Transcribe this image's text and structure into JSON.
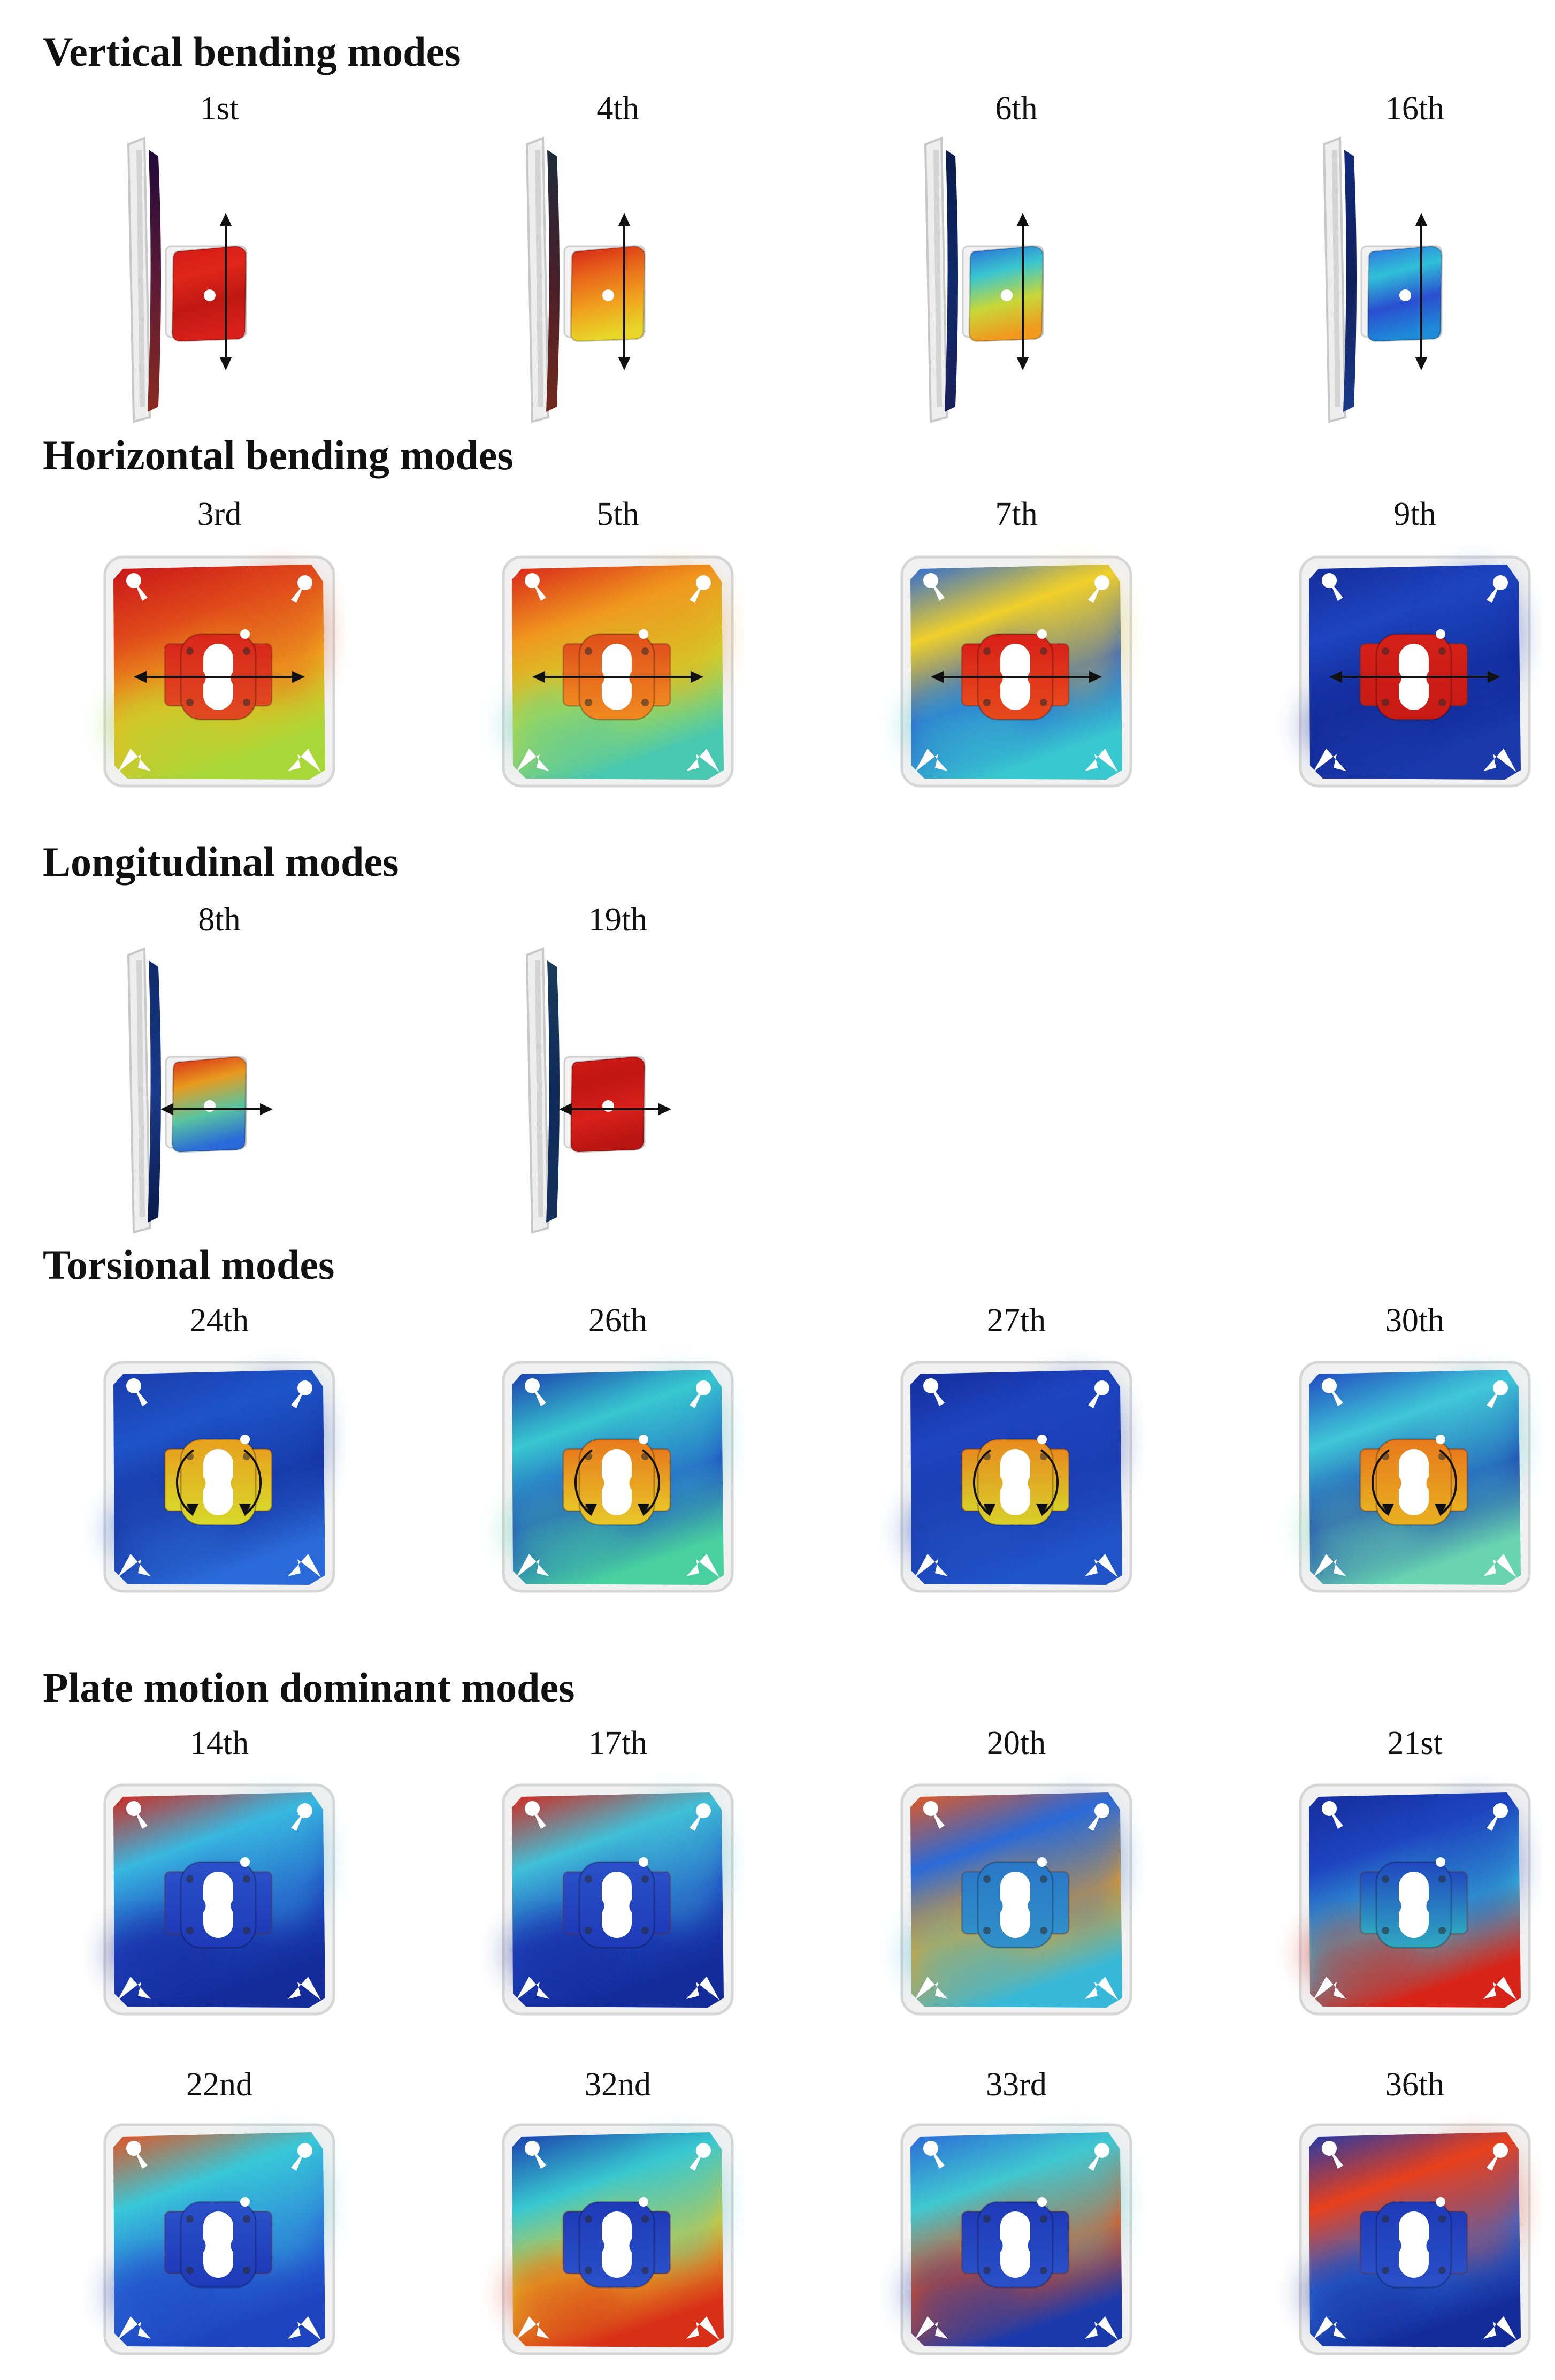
{
  "sections": [
    {
      "title": "Vertical bending modes",
      "kind": "side",
      "arrow": "vertical",
      "modes": [
        {
          "label": "1st",
          "plate": [
            "#1f0a3a",
            "#5b1a35",
            "#8a2a20"
          ],
          "block": [
            "#d21a16",
            "#e0261a",
            "#c01812",
            "#d8201a"
          ]
        },
        {
          "label": "4th",
          "plate": [
            "#1c2b3a",
            "#4a1f2a",
            "#702a1c"
          ],
          "block": [
            "#d42216",
            "#e8641a",
            "#f0a01e",
            "#e8d628"
          ]
        },
        {
          "label": "6th",
          "plate": [
            "#0a1a4a",
            "#0e2a6a",
            "#1a1f5a"
          ],
          "block": [
            "#2a6ad8",
            "#3ac6d0",
            "#c8d838",
            "#f09a1e"
          ]
        },
        {
          "label": "16th",
          "plate": [
            "#102a7a",
            "#0e1e5a",
            "#1a3a8a"
          ],
          "block": [
            "#2f6fe0",
            "#30c0d8",
            "#2a4ed0",
            "#1e8ad8"
          ]
        }
      ]
    },
    {
      "title": "Horizontal bending modes",
      "kind": "front",
      "arrow": "horizontal",
      "modes": [
        {
          "label": "3rd",
          "plate": [
            "#c8141a",
            "#e04a1a",
            "#f2b81e",
            "#a8d838"
          ],
          "block": [
            "#d8261a",
            "#e04a20"
          ]
        },
        {
          "label": "5th",
          "plate": [
            "#d8221a",
            "#f0981e",
            "#c8dc30",
            "#48c8b0"
          ],
          "block": [
            "#e0501c",
            "#f08a20"
          ]
        },
        {
          "label": "7th",
          "plate": [
            "#2a68d8",
            "#f0d02a",
            "#2a5ad0",
            "#38c8d0"
          ],
          "block": [
            "#d82018",
            "#e84a1c"
          ]
        },
        {
          "label": "9th",
          "plate": [
            "#142c9a",
            "#1e44c0",
            "#0f2490",
            "#1a3aac"
          ],
          "block": [
            "#d42018",
            "#c81a14"
          ]
        }
      ]
    },
    {
      "title": "Longitudinal modes",
      "kind": "side",
      "arrow": "horizontal",
      "modes": [
        {
          "label": "8th",
          "plate": [
            "#0e2a6a",
            "#1a3a8a",
            "#0a1a4a"
          ],
          "block": [
            "#d82418",
            "#e89a1e",
            "#58c4a0",
            "#2a6ad8"
          ]
        },
        {
          "label": "19th",
          "plate": [
            "#1a3c5a",
            "#0e2a5a",
            "#14305a"
          ],
          "block": [
            "#d01a14",
            "#c01612",
            "#d8201a",
            "#b81410"
          ]
        }
      ]
    },
    {
      "title": "Torsional modes",
      "kind": "front",
      "arrow": "rotation",
      "modes": [
        {
          "label": "24th",
          "plate": [
            "#1a3aac",
            "#1e54c8",
            "#142c9a",
            "#2a6ad8"
          ],
          "block": [
            "#e8a01e",
            "#d8d82a"
          ]
        },
        {
          "label": "26th",
          "plate": [
            "#1a3aac",
            "#38c8d0",
            "#1e44c0",
            "#48d0a0"
          ],
          "block": [
            "#e87a1c",
            "#e8c828"
          ]
        },
        {
          "label": "27th",
          "plate": [
            "#142c9a",
            "#1e44c0",
            "#1a3aac",
            "#2054c8"
          ],
          "block": [
            "#e88a1e",
            "#d8d02a"
          ]
        },
        {
          "label": "30th",
          "plate": [
            "#1e44c0",
            "#40c8d8",
            "#1a3aac",
            "#68d4b0"
          ],
          "block": [
            "#e87a1c",
            "#e8b020"
          ]
        }
      ]
    },
    {
      "title": "Plate motion dominant modes",
      "kind": "front",
      "arrow": "none",
      "modes": [
        {
          "label": "14th",
          "plate": [
            "#d82418",
            "#38b8e0",
            "#1e44c0",
            "#142c9a"
          ],
          "block": [
            "#2a50c8",
            "#1e3ab8"
          ]
        },
        {
          "label": "17th",
          "plate": [
            "#d82418",
            "#40c0d8",
            "#1e44c0",
            "#142c9a"
          ],
          "block": [
            "#2a50c8",
            "#1e3ab8"
          ]
        },
        {
          "label": "20th",
          "plate": [
            "#e8581c",
            "#2a6ad8",
            "#f0a01e",
            "#38b8d8"
          ],
          "block": [
            "#2a78c8",
            "#3090c8"
          ]
        },
        {
          "label": "21st",
          "plate": [
            "#142c9a",
            "#1e44c0",
            "#38b8d8",
            "#d82418"
          ],
          "block": [
            "#2048c0",
            "#30a8c0"
          ]
        },
        {
          "label": "22nd",
          "plate": [
            "#e8501c",
            "#38c8d8",
            "#2a6ad8",
            "#1e44c0"
          ],
          "block": [
            "#2a50c8",
            "#1e3ab8"
          ]
        },
        {
          "label": "32nd",
          "plate": [
            "#1a3aac",
            "#38c8d0",
            "#e8c828",
            "#d83018"
          ],
          "block": [
            "#1e3ab8",
            "#2a50c8"
          ]
        },
        {
          "label": "33rd",
          "plate": [
            "#2a68d8",
            "#40c8d0",
            "#e85018",
            "#1a3aac"
          ],
          "block": [
            "#1e3ab8",
            "#2a50c8"
          ]
        },
        {
          "label": "36th",
          "plate": [
            "#1a3aac",
            "#e8401c",
            "#2a6ad8",
            "#142c9a"
          ],
          "block": [
            "#1e3ab8",
            "#2a50c8"
          ]
        }
      ]
    }
  ]
}
